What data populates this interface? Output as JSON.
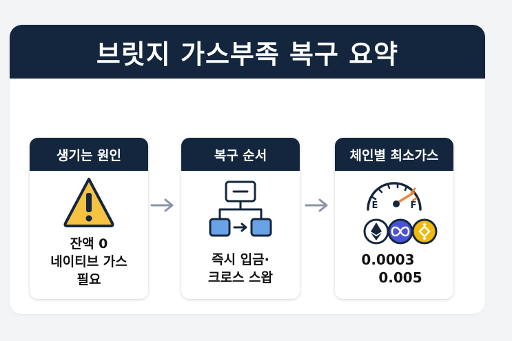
{
  "title": "브릿지 가스부족 복구 요약",
  "cards": [
    {
      "header": "생기는 원인",
      "lines": [
        "잔액 0",
        "네이티브 가스",
        "필요"
      ],
      "icon": "warning-triangle-icon"
    },
    {
      "header": "복구 순서",
      "lines": [
        "즉시 입금·",
        "크로스 스왑"
      ],
      "icon": "flowchart-icon"
    },
    {
      "header": "체인별 최소가스",
      "lines": [
        "0.0003",
        "0.005"
      ],
      "icon": "fuel-gauge-icon",
      "gauge": {
        "empty_label": "E",
        "full_label": "F"
      },
      "coins": [
        "ethereum-coin-icon",
        "polygon-coin-icon",
        "bnb-coin-icon"
      ]
    }
  ],
  "colors": {
    "navy": "#13263d",
    "warning": "#f5c242",
    "flow_box": "#6aa2e8",
    "arrow": "#8a94a6",
    "eth": "#ffffff",
    "polygon": "#4a52d6",
    "bnb": "#f0b90b"
  }
}
